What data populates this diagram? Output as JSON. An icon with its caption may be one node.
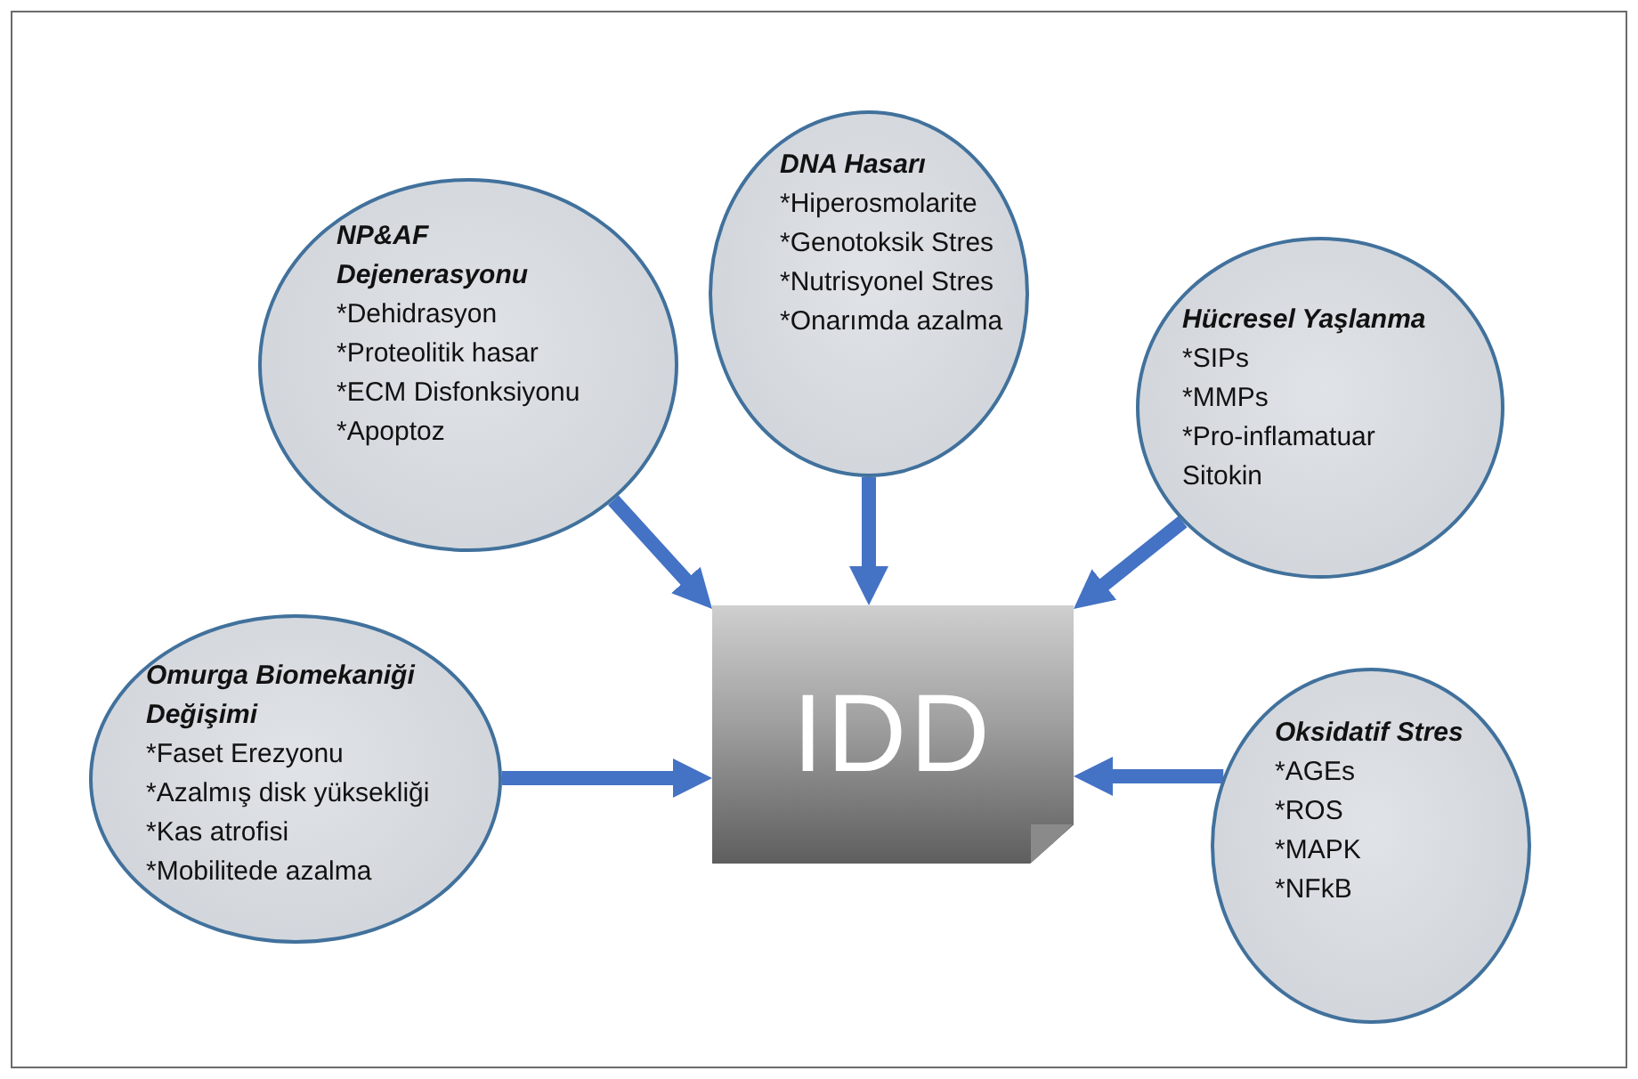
{
  "diagram": {
    "nodes": [
      {
        "text": [
          "NP&AF Dejenerasyonu",
          "*Dehidrasyon",
          "*Proteolitik hasar",
          "*ECM Disfonksiyonu",
          "*Apoptoz"
        ]
      },
      {
        "text": [
          "DNA Hasarı",
          "*Hiperosmolarite",
          "*Genotoksik Stres",
          "*Nutrisyonel Stres",
          "*Onarımda azalma"
        ]
      },
      {
        "text": [
          "Hücresel Yaşlanma",
          "*SIPs",
          "*MMPs",
          "*Pro-inflamatuar Sitokin"
        ]
      },
      {
        "text": [
          "IDD"
        ]
      },
      {
        "text": [
          "Omurga Biomekaniği Değişimi",
          "*Faset Erezyonu",
          "*Azalmış disk yüksekliği",
          "*Kas atrofisi",
          "*Mobilitede azalma"
        ]
      },
      {
        "text": [
          "Oksidatif Stres",
          "*AGEs",
          "*ROS",
          "*MAPK",
          "*NFkB"
        ]
      }
    ],
    "edges": [
      {
        "from": 0,
        "to": 3,
        "arrow": "to"
      },
      {
        "from": 1,
        "to": 3,
        "arrow": "to"
      },
      {
        "from": 2,
        "to": 3,
        "arrow": "to"
      },
      {
        "from": 4,
        "to": 3,
        "arrow": "to"
      },
      {
        "from": 5,
        "to": 3,
        "arrow": "to"
      }
    ]
  }
}
